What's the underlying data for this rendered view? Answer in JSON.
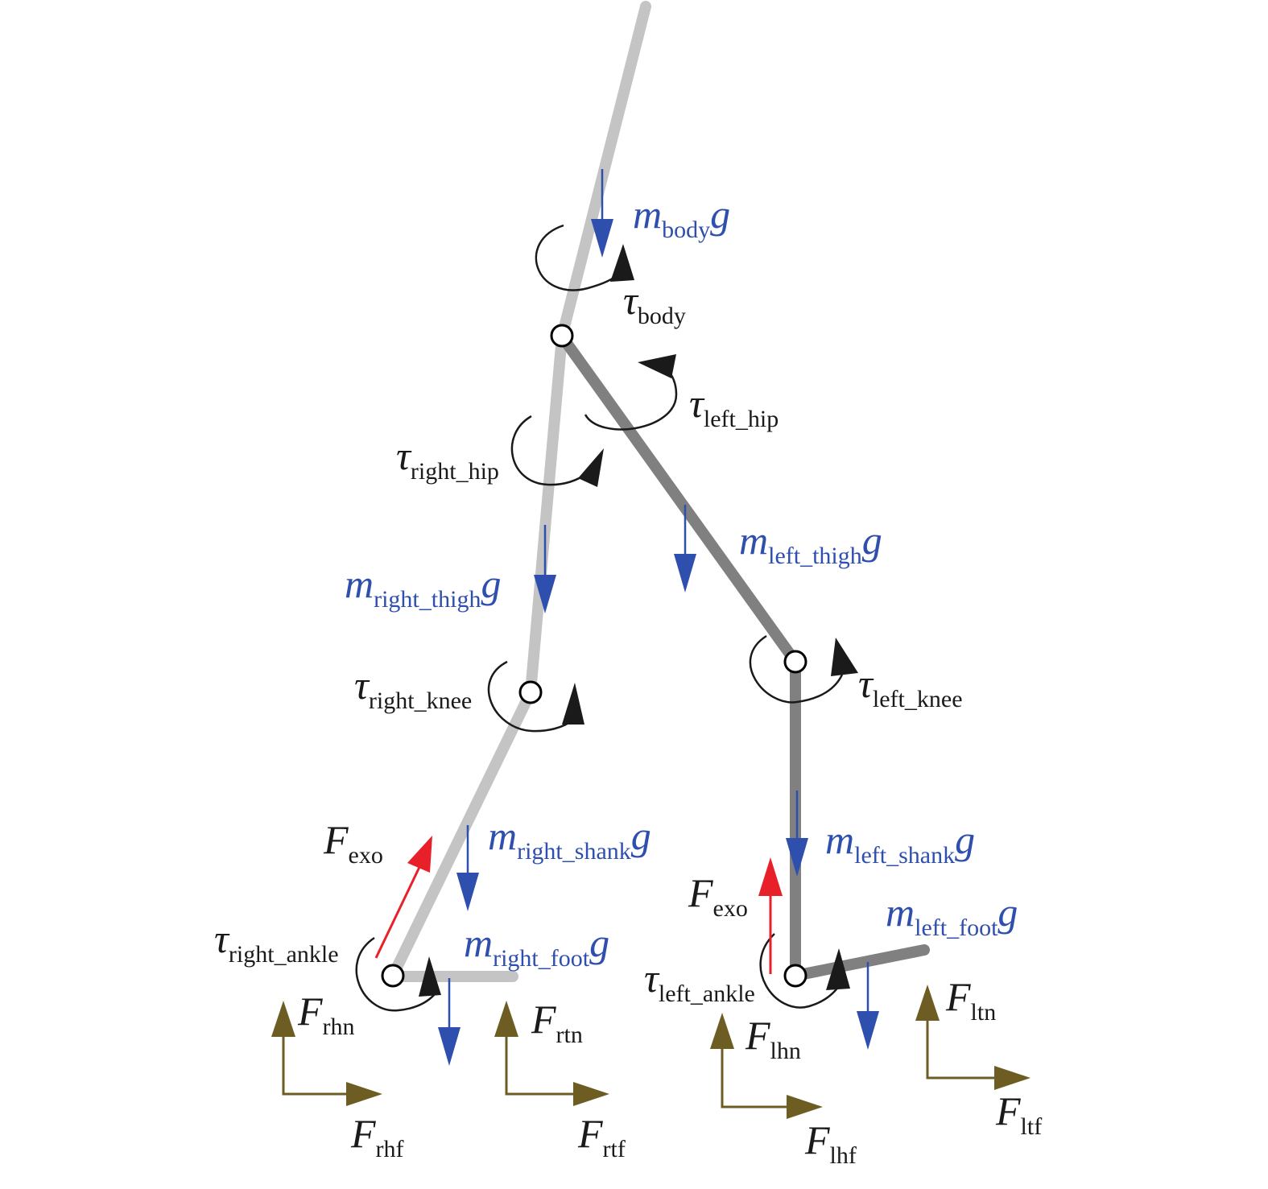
{
  "colors": {
    "right_limb": "#c4c4c4",
    "left_limb": "#808080",
    "gravity": "#2f4fae",
    "torque": "#1a1a1a",
    "ground_force": "#6d5d22",
    "exo_force": "#e8202a"
  },
  "labels": {
    "m_body": {
      "main": "m",
      "sub": "body",
      "tail": "g"
    },
    "tau_body": {
      "main": "τ",
      "sub": "body"
    },
    "tau_left_hip": {
      "main": "τ",
      "sub": "left_hip"
    },
    "tau_right_hip": {
      "main": "τ",
      "sub": "right_hip"
    },
    "m_left_thigh": {
      "main": "m",
      "sub": "left_thigh",
      "tail": "g"
    },
    "m_right_thigh": {
      "main": "m",
      "sub": "right_thigh",
      "tail": "g"
    },
    "tau_right_knee": {
      "main": "τ",
      "sub": "right_knee"
    },
    "tau_left_knee": {
      "main": "τ",
      "sub": "left_knee"
    },
    "F_exo_right": {
      "main": "F",
      "sub": "exo"
    },
    "m_right_shank": {
      "main": "m",
      "sub": "right_shank",
      "tail": "g"
    },
    "m_left_shank": {
      "main": "m",
      "sub": "left_shank",
      "tail": "g"
    },
    "F_exo_left": {
      "main": "F",
      "sub": "exo"
    },
    "m_left_foot": {
      "main": "m",
      "sub": "left_foot",
      "tail": "g"
    },
    "tau_right_ankle": {
      "main": "τ",
      "sub": "right_ankle"
    },
    "m_right_foot": {
      "main": "m",
      "sub": "right_foot",
      "tail": "g"
    },
    "tau_left_ankle": {
      "main": "τ",
      "sub": "left_ankle"
    },
    "F_rhn": {
      "main": "F",
      "sub": "rhn"
    },
    "F_rtn": {
      "main": "F",
      "sub": "rtn"
    },
    "F_ltn": {
      "main": "F",
      "sub": "ltn"
    },
    "F_lhn": {
      "main": "F",
      "sub": "lhn"
    },
    "F_rhf": {
      "main": "F",
      "sub": "rhf"
    },
    "F_rtf": {
      "main": "F",
      "sub": "rtf"
    },
    "F_ltf": {
      "main": "F",
      "sub": "ltf"
    },
    "F_lhf": {
      "main": "F",
      "sub": "lhf"
    }
  }
}
